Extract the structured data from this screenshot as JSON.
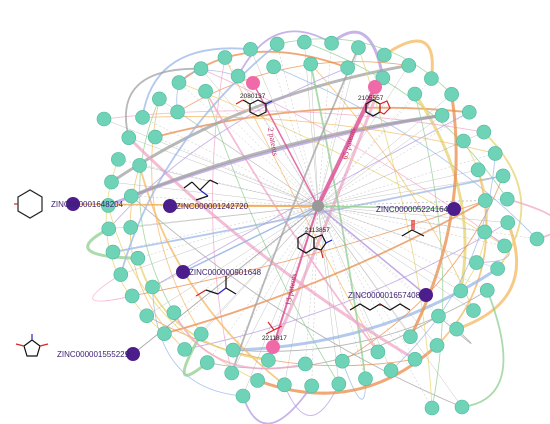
{
  "colors": {
    "ring_node": "#6fd3b8",
    "ring_node_stroke": "#4fb89c",
    "purple_node": "#4b1e8c",
    "pink_node": "#f06aa8",
    "pink_edge": "#e0559a",
    "hub": "#888888",
    "arc_colors": [
      "#f4b860",
      "#e98c4a",
      "#f0a7c8",
      "#9bb7e8",
      "#8fcf8f",
      "#b49ae0",
      "#e6d36a",
      "#a0a0a0"
    ]
  },
  "center_molecule": {
    "id": "2113857",
    "icon": "benzofuranone-molecule-icon"
  },
  "pink_nodes": [
    {
      "id": "2080137",
      "icon": "aniline-ether-molecule-icon"
    },
    {
      "id": "2105557",
      "icon": "phthalide-molecule-icon"
    },
    {
      "id": "2211817",
      "icon": "oxalate-molecule-icon"
    }
  ],
  "edge_labels": [
    {
      "text": "2 patents"
    },
    {
      "text": "65 patents"
    },
    {
      "text": "13 patents"
    }
  ],
  "zinc_nodes": [
    {
      "label": "ZINC000001648204",
      "icon": "morpholine-molecule-icon"
    },
    {
      "label": "ZINC000001242720",
      "icon": "triethylamine-molecule-icon"
    },
    {
      "label": "ZINC000005224164",
      "icon": "acetic-acid-molecule-icon"
    },
    {
      "label": "ZINC000000901648",
      "icon": "dimethylformamide-molecule-icon"
    },
    {
      "label": "ZINC000001657408",
      "icon": "ether-chain-molecule-icon"
    },
    {
      "label": "ZINC000001555229",
      "icon": "succinimide-molecule-icon"
    }
  ]
}
